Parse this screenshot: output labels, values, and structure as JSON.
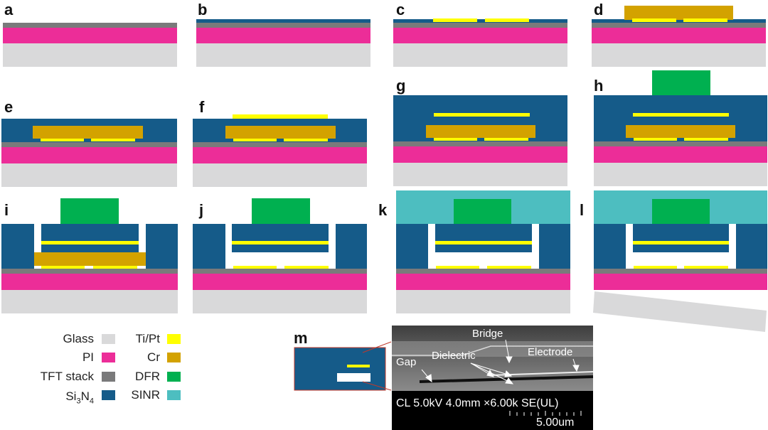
{
  "colors": {
    "glass": "#d9d9da",
    "pi": "#ec2d98",
    "tft": "#7a7a7b",
    "si3n4": "#155b89",
    "tipt": "#ffff00",
    "cr": "#d3a200",
    "dfr": "#00b050",
    "sinr": "#4dbec0"
  },
  "panels": [
    "a",
    "b",
    "c",
    "d",
    "e",
    "f",
    "g",
    "h",
    "i",
    "j",
    "k",
    "l",
    "m"
  ],
  "legend": {
    "left": [
      {
        "label": "Glass",
        "color_key": "glass"
      },
      {
        "label": "PI",
        "color_key": "pi"
      },
      {
        "label": "TFT stack",
        "color_key": "tft"
      },
      {
        "label": "Si",
        "sub1": "3",
        "mid": "N",
        "sub2": "4",
        "color_key": "si3n4"
      }
    ],
    "right": [
      {
        "label": "Ti/Pt",
        "color_key": "tipt"
      },
      {
        "label": "Cr",
        "color_key": "cr"
      },
      {
        "label": "DFR",
        "color_key": "dfr"
      },
      {
        "label": "SINR",
        "color_key": "sinr"
      }
    ]
  },
  "sem": {
    "bridge": "Bridge",
    "dielectric": "Dielectric",
    "electrode": "Electrode",
    "gap": "Gap",
    "info": "CL 5.0kV 4.0mm ×6.00k SE(UL)",
    "scale": "5.00um"
  }
}
